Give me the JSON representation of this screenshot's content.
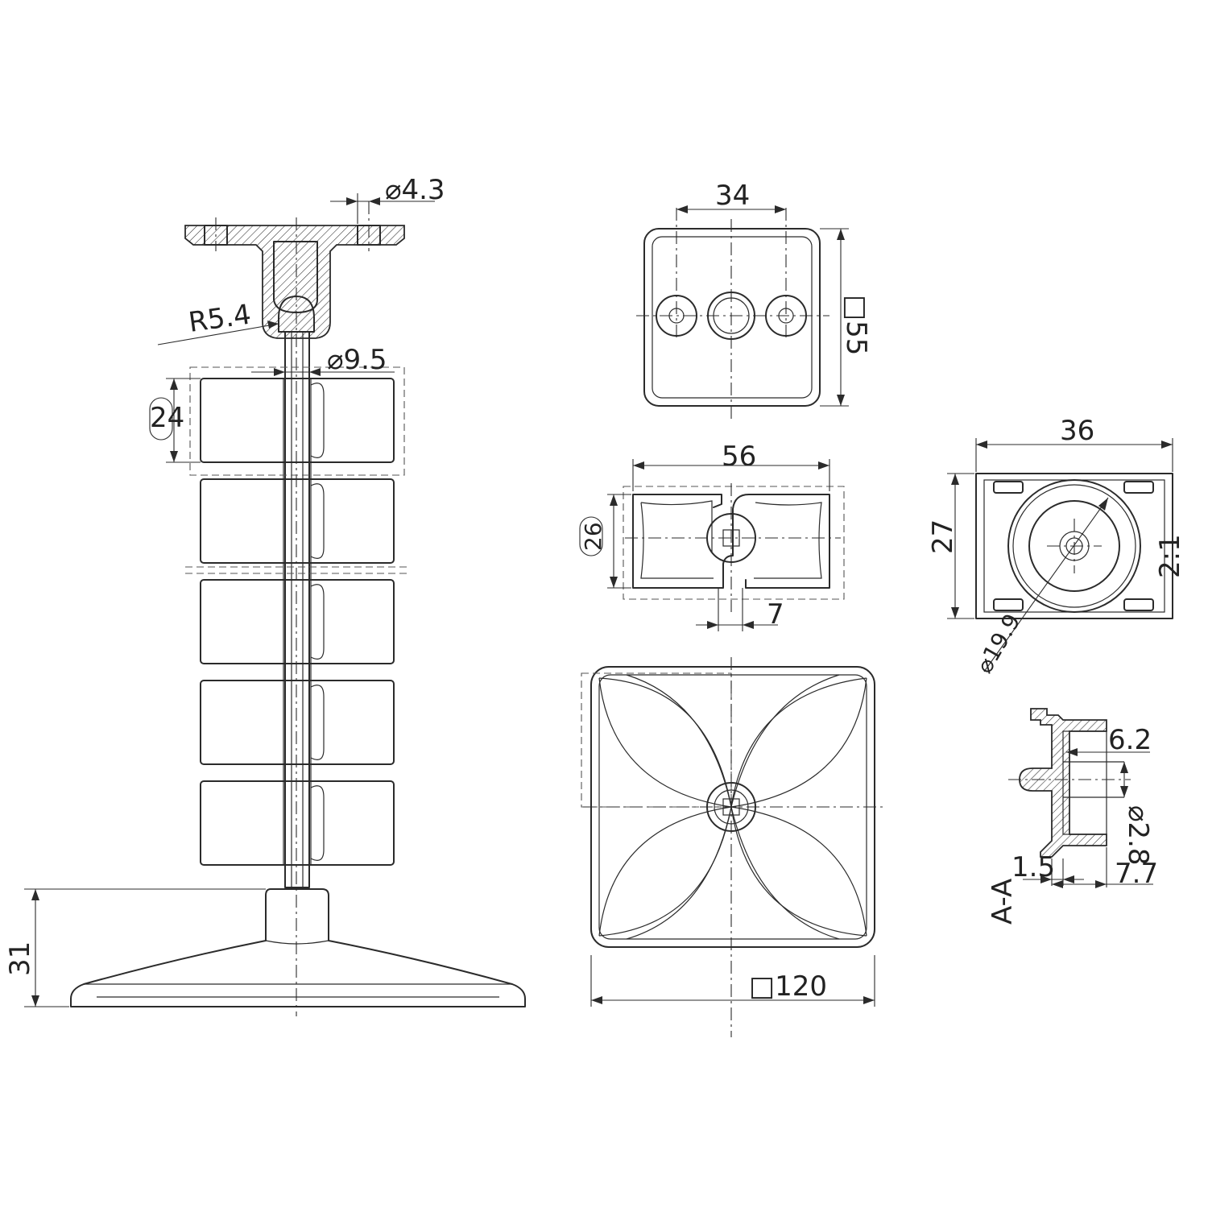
{
  "side_view": {
    "dim_hole_diameter": "⌀4.3",
    "dim_radius": "R5.4",
    "dim_stem_diameter": "⌀9.5",
    "dim_disc_height": "24",
    "dim_base_height": "31"
  },
  "top_view": {
    "dim_hole_spacing": "34",
    "dim_square": "□55"
  },
  "middle_view": {
    "dim_width": "56",
    "dim_height": "26",
    "dim_slot": "7"
  },
  "detail_view": {
    "dim_width": "36",
    "dim_height": "27",
    "dim_diameter": "⌀19.9",
    "scale": "2:1"
  },
  "base_view": {
    "dim_square": "□120"
  },
  "section_view": {
    "label": "A-A",
    "dim_a": "6.2",
    "dim_b": "⌀2.8",
    "dim_c": "1.5",
    "dim_d": "7.7"
  }
}
